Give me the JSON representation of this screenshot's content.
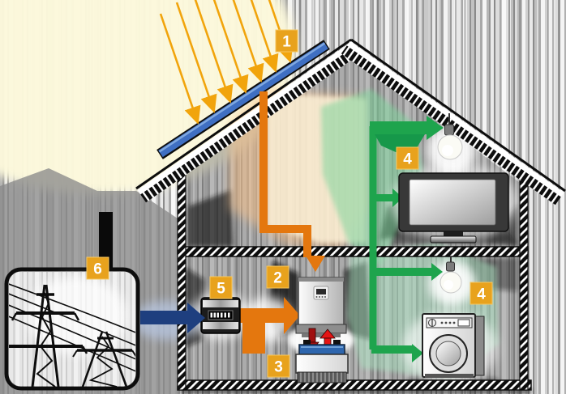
{
  "diagram": {
    "description": "Residential solar power system energy flow diagram",
    "callouts": [
      {
        "num": "1",
        "component": "solar-panel"
      },
      {
        "num": "2",
        "component": "inverter"
      },
      {
        "num": "3",
        "component": "battery"
      },
      {
        "num": "4",
        "component": "upstairs-appliances"
      },
      {
        "num": "4",
        "component": "downstairs-appliances"
      },
      {
        "num": "5",
        "component": "electricity-meter"
      },
      {
        "num": "6",
        "component": "utility-grid"
      }
    ],
    "colors": {
      "callout": "#e8a21d",
      "callout_text": "#ffffff",
      "sun_ray": "#f1a40c",
      "solar_dc_orange": "#e4770e",
      "ac_green": "#1ea44d",
      "grid_blue": "#1e3f7f",
      "panel_blue": "#3f6fc2",
      "charge_red": "#e51414",
      "discharge_red": "#a01010"
    }
  }
}
